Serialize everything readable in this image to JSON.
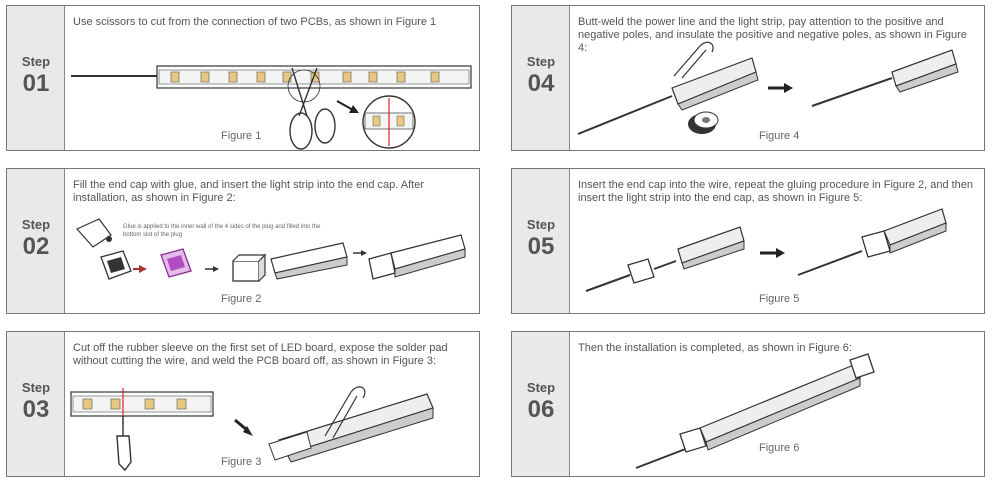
{
  "steps": [
    {
      "label": "Step",
      "number": "01",
      "text": "Use scissors to cut from the connection of two PCBs, as shown in Figure 1",
      "figure": "Figure 1"
    },
    {
      "label": "Step",
      "number": "04",
      "text": "Butt-weld the power line and the light strip, pay attention to the positive and negative poles, and insulate the positive and negative poles, as shown in Figure 4:",
      "figure": "Figure 4"
    },
    {
      "label": "Step",
      "number": "02",
      "text": "Fill the end cap with glue, and insert the light strip into the end cap. After installation, as shown in Figure 2:",
      "figure": "Figure 2",
      "note": "Glue is applied to the inner wall of the 4 sides of the plug and filled into the bottom slot of the plug"
    },
    {
      "label": "Step",
      "number": "05",
      "text": "Insert the end cap into the wire, repeat the gluing procedure in Figure 2, and then insert the light strip into the end cap, as shown in Figure 5:",
      "figure": "Figure 5"
    },
    {
      "label": "Step",
      "number": "03",
      "text": "Cut off the rubber sleeve on the first set of LED board, expose the solder pad without cutting the wire, and weld the PCB board off, as shown in Figure 3:",
      "figure": "Figure 3"
    },
    {
      "label": "Step",
      "number": "06",
      "text": "Then the installation is completed, as shown in Figure 6:",
      "figure": "Figure 6"
    }
  ]
}
